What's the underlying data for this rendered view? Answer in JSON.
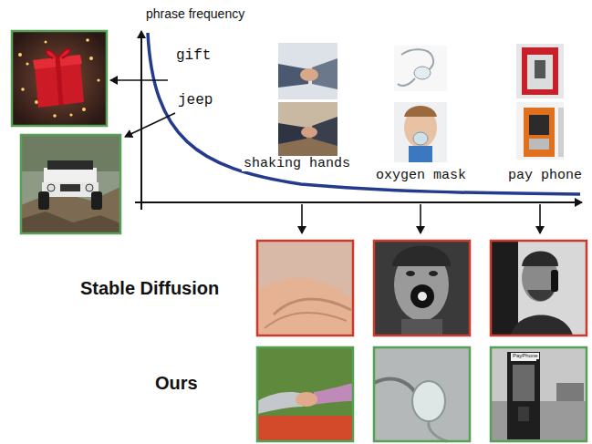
{
  "diagram": {
    "labels": [
      "phrase frequency",
      "gift",
      "jeep",
      "shaking hands",
      "oxygen mask",
      "pay phone",
      "Stable Diffusion",
      "Ours",
      "PayPhone"
    ]
  }
}
